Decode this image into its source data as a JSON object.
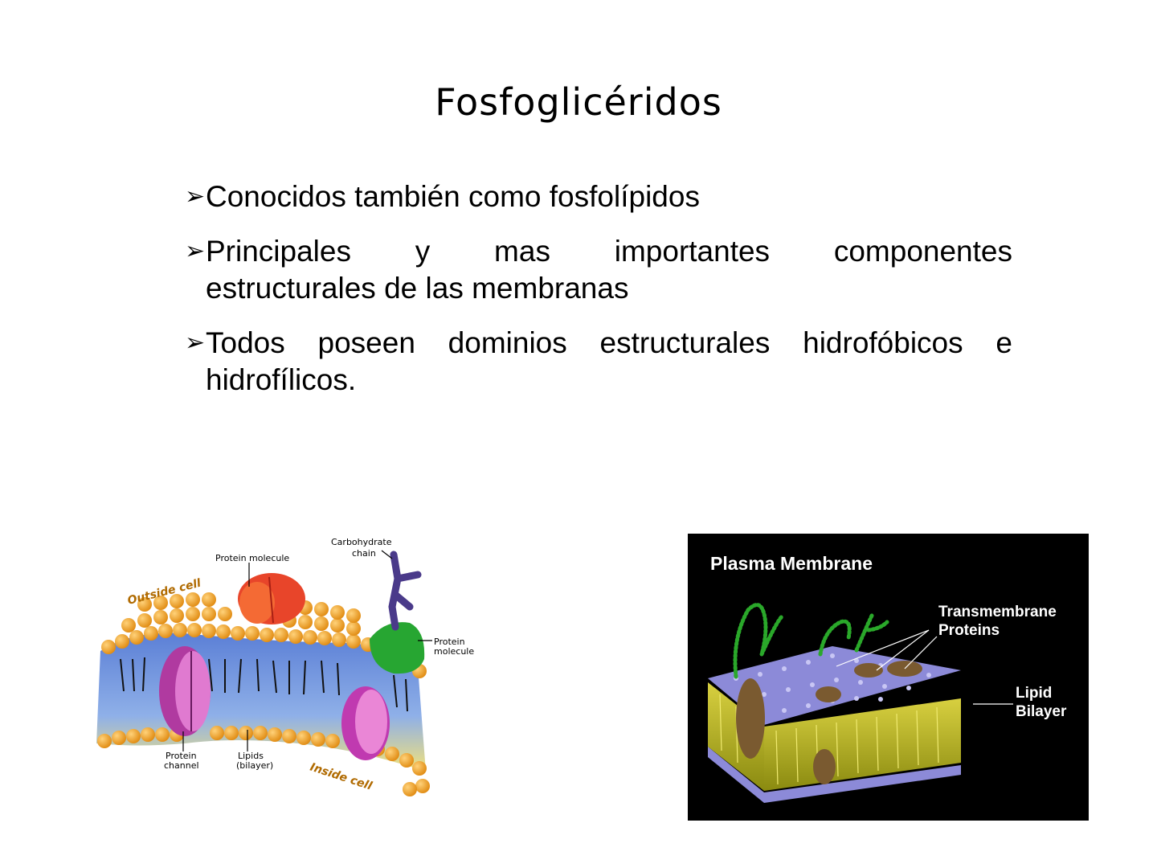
{
  "slide": {
    "title": "Fosfoglicéridos",
    "bullet_mark": "➢",
    "bullets": [
      {
        "line1": "Conocidos también como fosfolípidos",
        "line2": ""
      },
      {
        "line1": "Principales y mas importantes componentes",
        "line2": "estructurales de las membranas"
      },
      {
        "line1": "Todos poseen dominios estructurales hidrofóbicos e",
        "line2": "hidrofílicos."
      }
    ]
  },
  "left_figure": {
    "labels": {
      "carbohydrate": "Carbohydrate",
      "chain": "chain",
      "protein_molecule_top": "Protein molecule",
      "outside_cell": "Outside cell",
      "protein_molecule_right_1": "Protein",
      "protein_molecule_right_2": "molecule",
      "protein_channel_1": "Protein",
      "protein_channel_2": "channel",
      "lipids_1": "Lipids",
      "lipids_2": "(bilayer)",
      "inside_cell": "Inside cell"
    }
  },
  "right_figure": {
    "caption": "Plasma Membrane",
    "transmembrane_1": "Transmembrane",
    "transmembrane_2": "Proteins",
    "lipid_1": "Lipid",
    "lipid_2": "Bilayer"
  }
}
